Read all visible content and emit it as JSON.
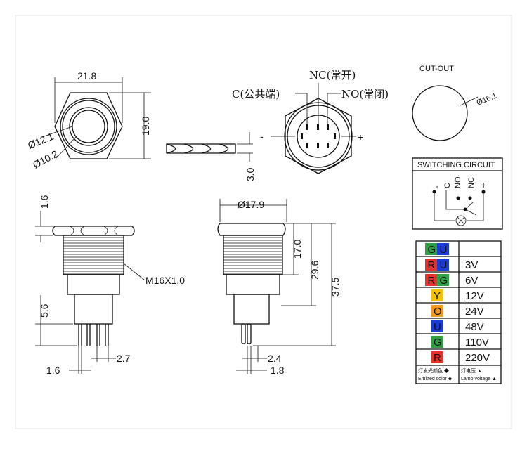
{
  "front_view": {
    "width": "21.8",
    "height": "19.0",
    "outer_dia": "Ø12.1",
    "inner_dia": "Ø10.2"
  },
  "washer": {
    "thickness": "3.0"
  },
  "rear_view": {
    "common": "C(公共端)",
    "nc": "NC(常开)",
    "no": "NO(常闭)",
    "minus": "-",
    "plus": "+"
  },
  "cutout": {
    "title": "CUT-OUT",
    "dia": "Ø16.1"
  },
  "switching_circuit": {
    "title": "SWITCHING CIRCUIT",
    "minus": "-",
    "c": "C",
    "no": "NO",
    "nc": "NC",
    "plus": "+"
  },
  "side_view_left": {
    "head": "1.6",
    "pin_len": "5.6",
    "thread": "M16X1.0",
    "pin_pitch": "2.7",
    "pin_width": "1.6"
  },
  "side_view_right": {
    "dia": "Ø17.9",
    "thread_len": "17.0",
    "body_len": "29.6",
    "total_len": "37.5",
    "pin_pitch": "2.4",
    "pin_width": "1.8"
  },
  "color_table": {
    "rows": [
      {
        "letters": [
          "G",
          "U"
        ],
        "colors": [
          "#2ea043",
          "#1a3bd6"
        ],
        "voltage": ""
      },
      {
        "letters": [
          "R",
          "U"
        ],
        "colors": [
          "#e8312a",
          "#1a3bd6"
        ],
        "voltage": "3V"
      },
      {
        "letters": [
          "R",
          "G"
        ],
        "colors": [
          "#e8312a",
          "#2ea043"
        ],
        "voltage": "6V"
      },
      {
        "letters": [
          "Y"
        ],
        "colors": [
          "#f5c400"
        ],
        "voltage": "12V"
      },
      {
        "letters": [
          "O"
        ],
        "colors": [
          "#f39a1e"
        ],
        "voltage": "24V"
      },
      {
        "letters": [
          "U"
        ],
        "colors": [
          "#1a3bd6"
        ],
        "voltage": "48V"
      },
      {
        "letters": [
          "G"
        ],
        "colors": [
          "#2ea043"
        ],
        "voltage": "110V"
      },
      {
        "letters": [
          "R"
        ],
        "colors": [
          "#e8312a"
        ],
        "voltage": "220V"
      }
    ],
    "legend_color_cn": "灯发光颜色 ◆",
    "legend_color_en": "Emitted color ◆",
    "legend_volt_cn": "灯电压 ▲",
    "legend_volt_en": "Lamp voltage ▲"
  }
}
